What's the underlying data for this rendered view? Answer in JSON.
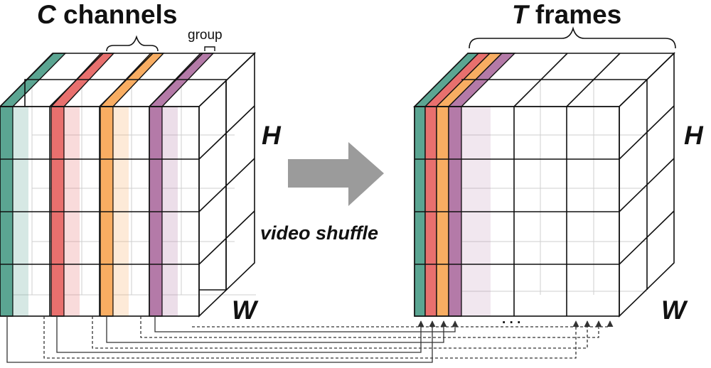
{
  "left_block": {
    "title_symbol": "C",
    "title_rest": "channels",
    "group_label": "group",
    "height_label": "H",
    "width_label": "W"
  },
  "right_block": {
    "title_symbol": "T",
    "title_rest": "frames",
    "height_label": "H",
    "width_label": "W",
    "ellipsis": ". . ."
  },
  "operation_label": "video shuffle",
  "colors": {
    "teal": "#5ba592",
    "red": "#e8706e",
    "orange": "#f8ad62",
    "purple": "#b47aa8",
    "arrow": "#9b9b9b"
  }
}
